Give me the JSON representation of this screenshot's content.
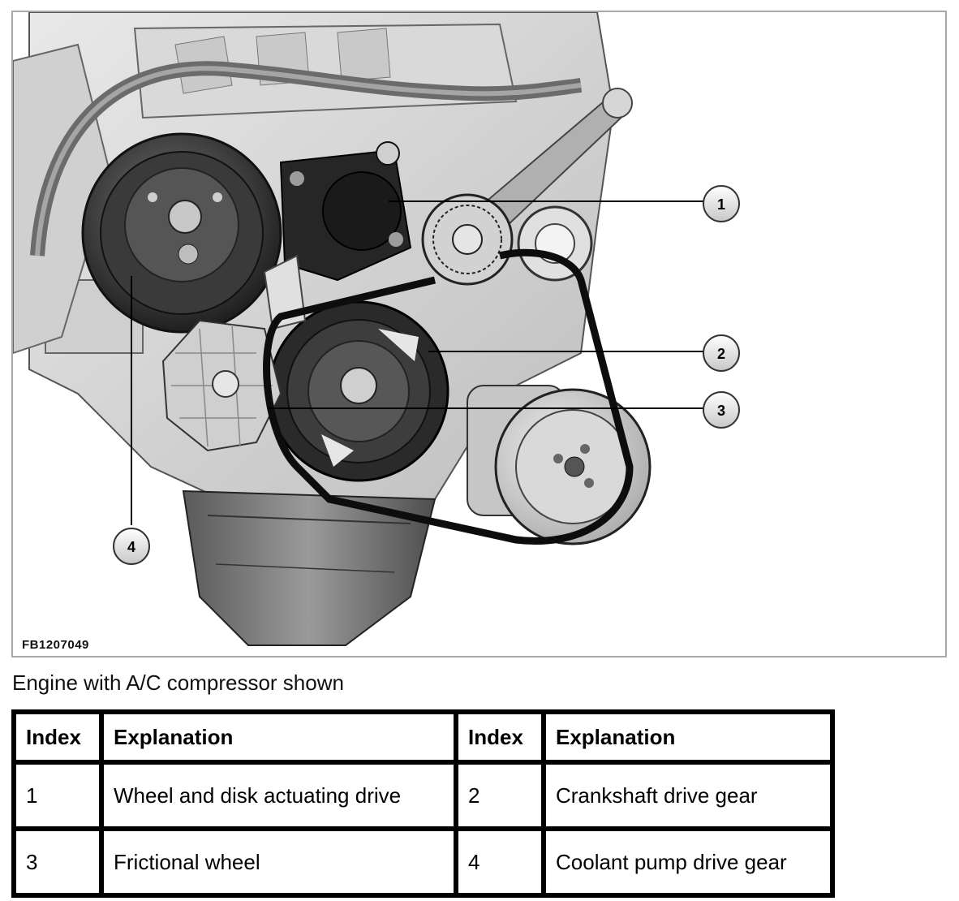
{
  "figure": {
    "figure_id": "FB1207049",
    "callouts": [
      {
        "number": "1"
      },
      {
        "number": "2"
      },
      {
        "number": "3"
      },
      {
        "number": "4"
      }
    ]
  },
  "caption": "Engine with A/C compressor shown",
  "table": {
    "headers": [
      "Index",
      "Explanation",
      "Index",
      "Explanation"
    ],
    "rows": [
      [
        "1",
        "Wheel and disk actuating drive",
        "2",
        "Crankshaft drive gear"
      ],
      [
        "3",
        "Frictional wheel",
        "4",
        "Coolant pump drive gear"
      ]
    ]
  }
}
